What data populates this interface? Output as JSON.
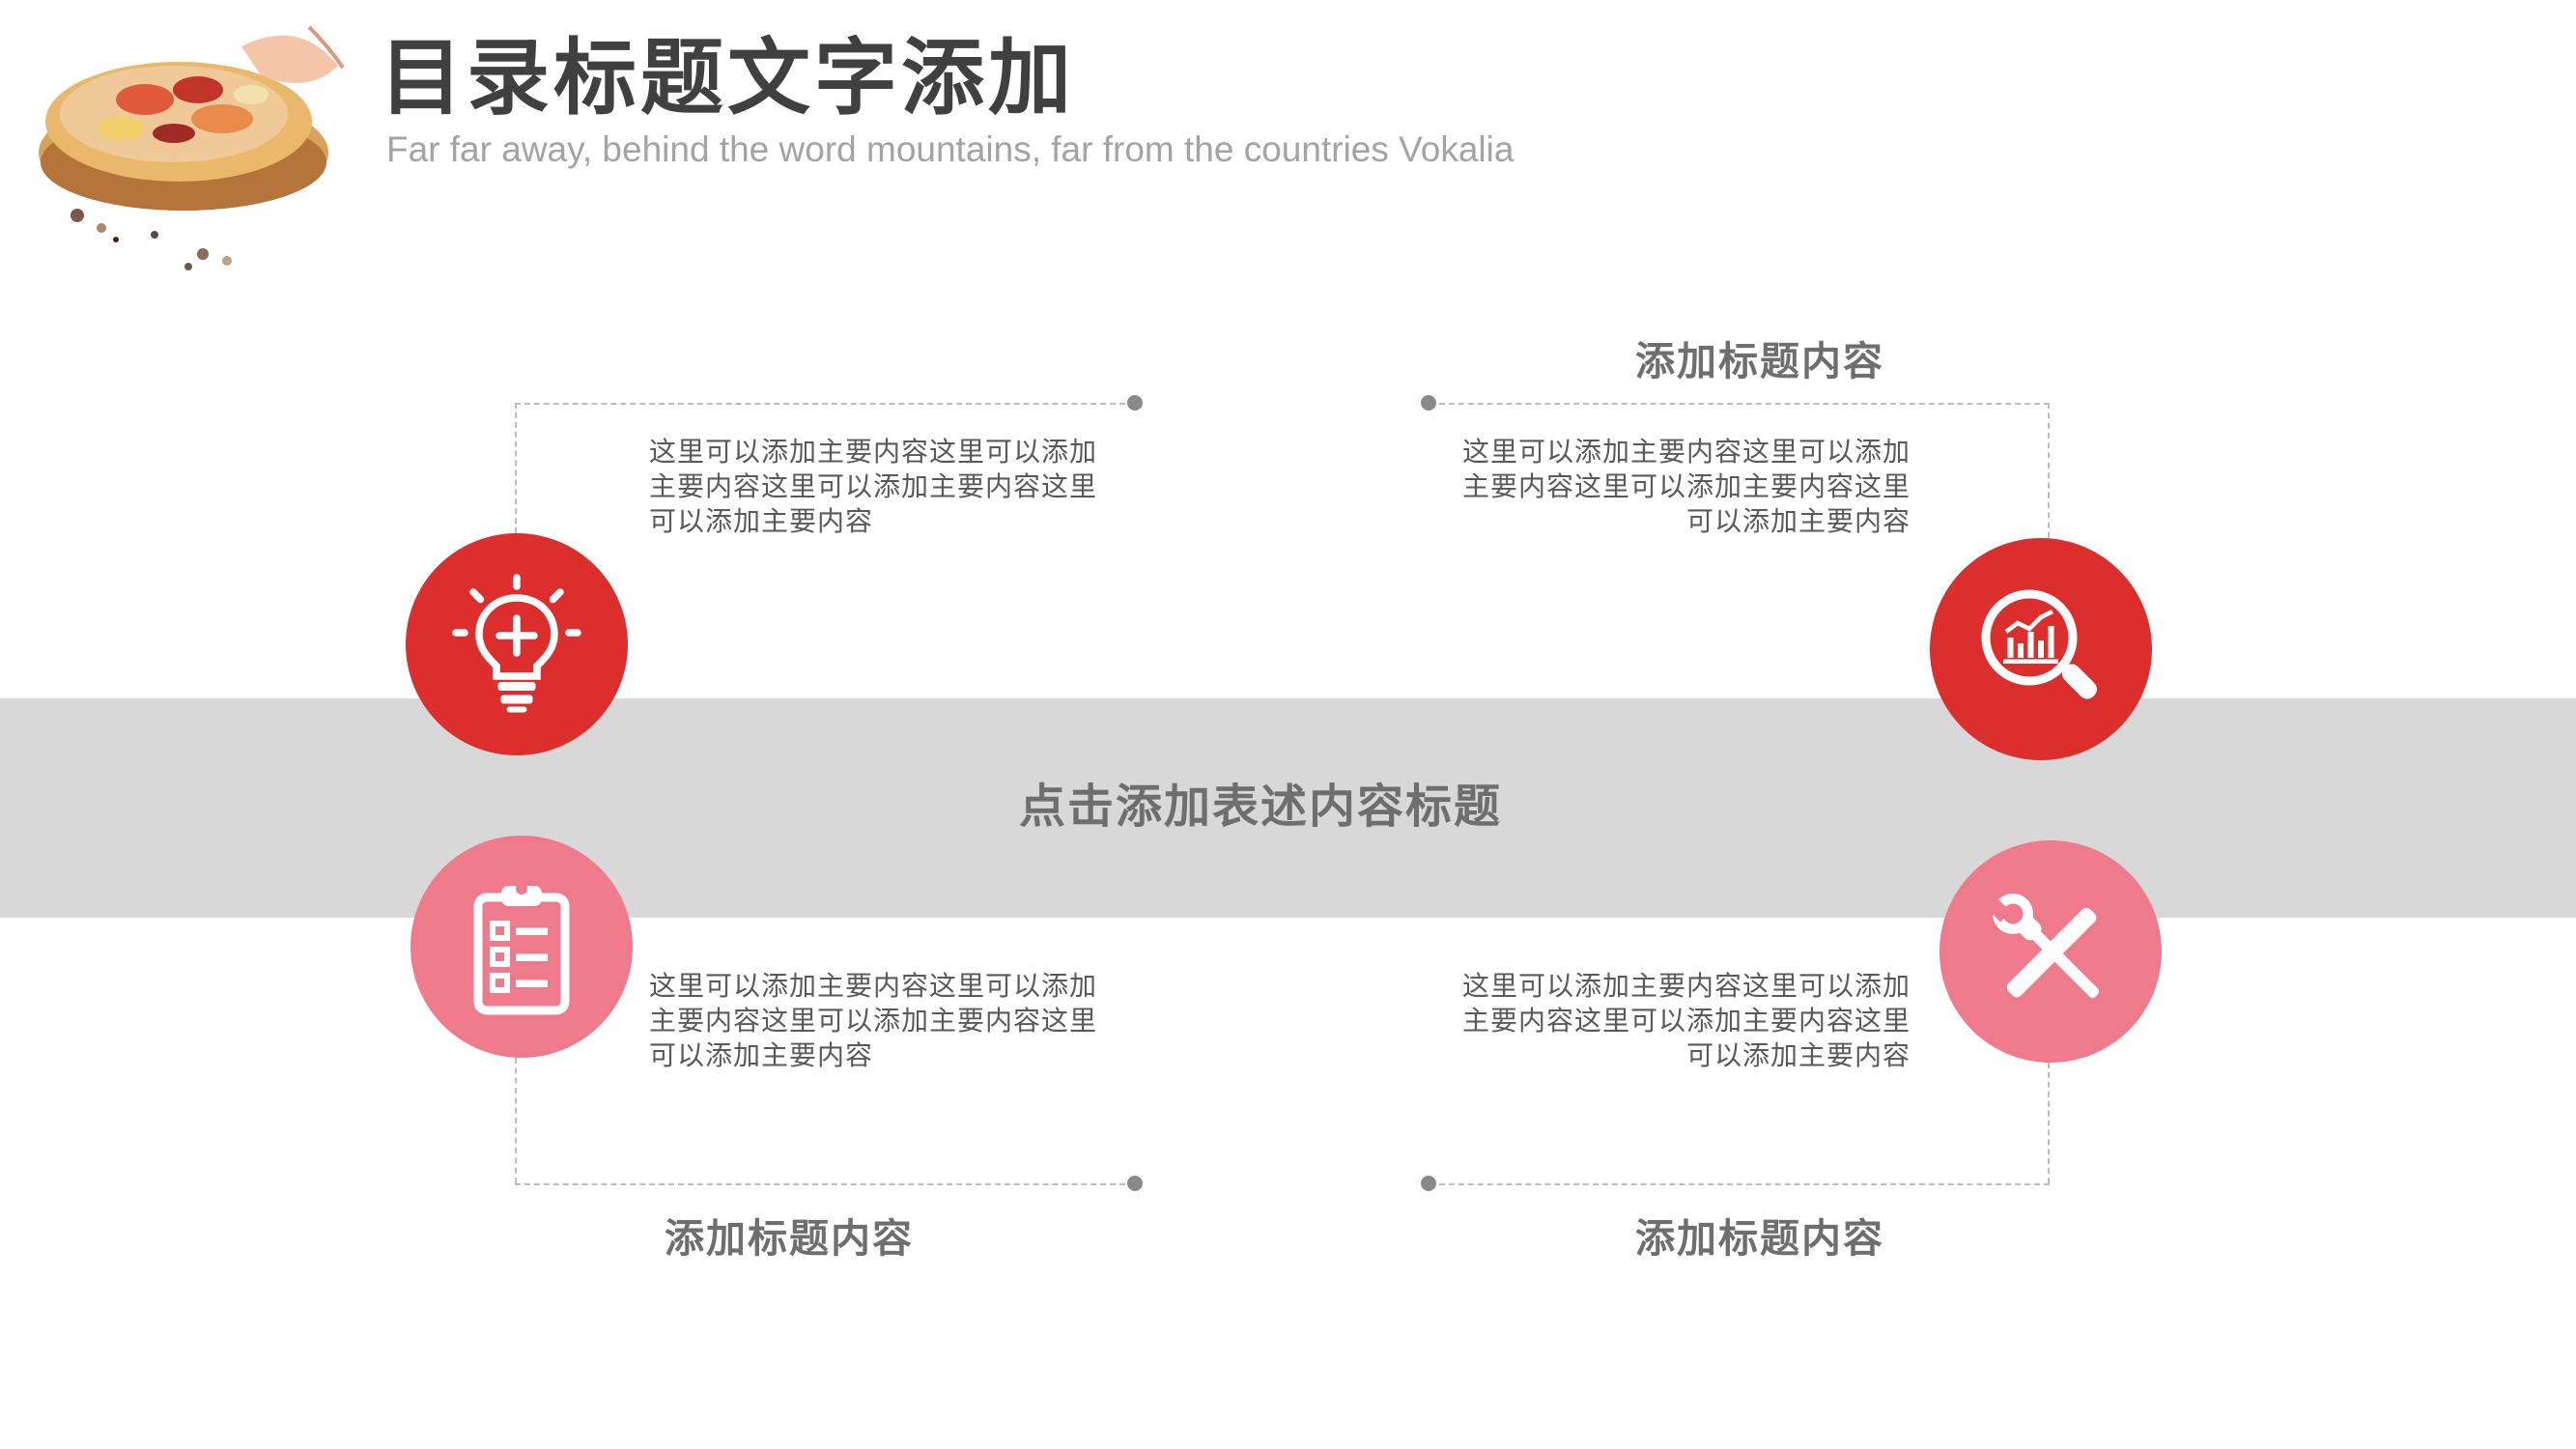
{
  "header": {
    "title": "目录标题文字添加",
    "subtitle": "Far far away, behind the word mountains, far from the countries Vokalia"
  },
  "band": {
    "title": "点击添加表述内容标题"
  },
  "items": [
    {
      "title": "",
      "body": "这里可以添加主要内容这里可以添加主要内容这里可以添加主要内容这里可以添加主要内容",
      "icon": "lightbulb-plus-icon",
      "color": "#dd2e2e"
    },
    {
      "title": "添加标题内容",
      "body": "这里可以添加主要内容这里可以添加主要内容这里可以添加主要内容这里可以添加主要内容",
      "icon": "magnifier-chart-icon",
      "color": "#dd2e2e"
    },
    {
      "title": "添加标题内容",
      "body": "这里可以添加主要内容这里可以添加主要内容这里可以添加主要内容这里可以添加主要内容",
      "icon": "clipboard-checklist-icon",
      "color": "#ee7a8c"
    },
    {
      "title": "添加标题内容",
      "body": "这里可以添加主要内容这里可以添加主要内容这里可以添加主要内容这里可以添加主要内容",
      "icon": "wrench-screwdriver-icon",
      "color": "#ee7a8c"
    }
  ],
  "colors": {
    "accent_red": "#dd2e2e",
    "accent_pink": "#ee7a8c",
    "band_gray": "#d8d8d8"
  }
}
